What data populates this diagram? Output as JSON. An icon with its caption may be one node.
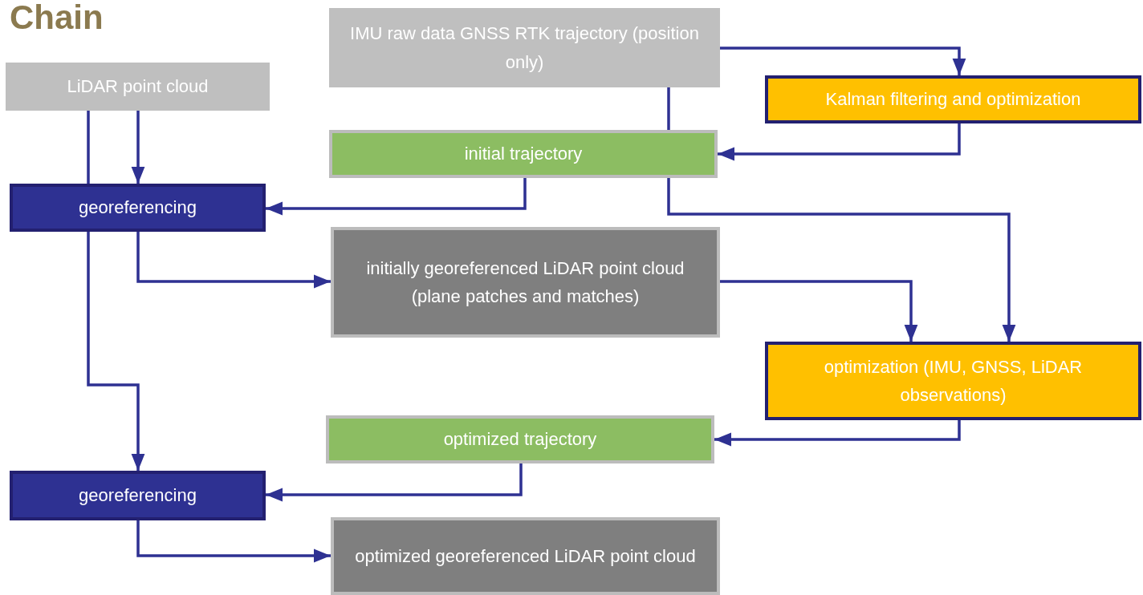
{
  "diagram": {
    "title": "Chain",
    "nodes": [
      {
        "text": [
          "LiDAR point cloud"
        ]
      },
      {
        "text": [
          "IMU raw data GNSS RTK trajectory (position only)"
        ]
      },
      {
        "text": [
          "Kalman filtering and optimization"
        ]
      },
      {
        "text": [
          "initial trajectory"
        ]
      },
      {
        "text": [
          "georeferencing"
        ]
      },
      {
        "text": [
          "initially georeferenced LiDAR point cloud (plane patches and matches)"
        ]
      },
      {
        "text": [
          "optimization (IMU, GNSS, LiDAR observations)"
        ]
      },
      {
        "text": [
          "optimized trajectory"
        ]
      },
      {
        "text": [
          "georeferencing"
        ]
      },
      {
        "text": [
          "optimized georeferenced LiDAR point cloud"
        ]
      }
    ],
    "edges": [
      {
        "from": 1,
        "to": 2,
        "arrow": "to"
      },
      {
        "from": 2,
        "to": 3,
        "arrow": "to"
      },
      {
        "from": 1,
        "to": 3,
        "arrow": "none"
      },
      {
        "from": 3,
        "to": 6,
        "arrow": "to"
      },
      {
        "from": 0,
        "to": 4,
        "arrow": "to"
      },
      {
        "from": 0,
        "to": 4,
        "arrow": "none"
      },
      {
        "from": 4,
        "to": 8,
        "arrow": "to"
      },
      {
        "from": 3,
        "to": 4,
        "arrow": "to"
      },
      {
        "from": 4,
        "to": 5,
        "arrow": "to"
      },
      {
        "from": 5,
        "to": 6,
        "arrow": "to"
      },
      {
        "from": 6,
        "to": 7,
        "arrow": "to"
      },
      {
        "from": 7,
        "to": 8,
        "arrow": "to"
      },
      {
        "from": 8,
        "to": 9,
        "arrow": "to"
      }
    ]
  }
}
